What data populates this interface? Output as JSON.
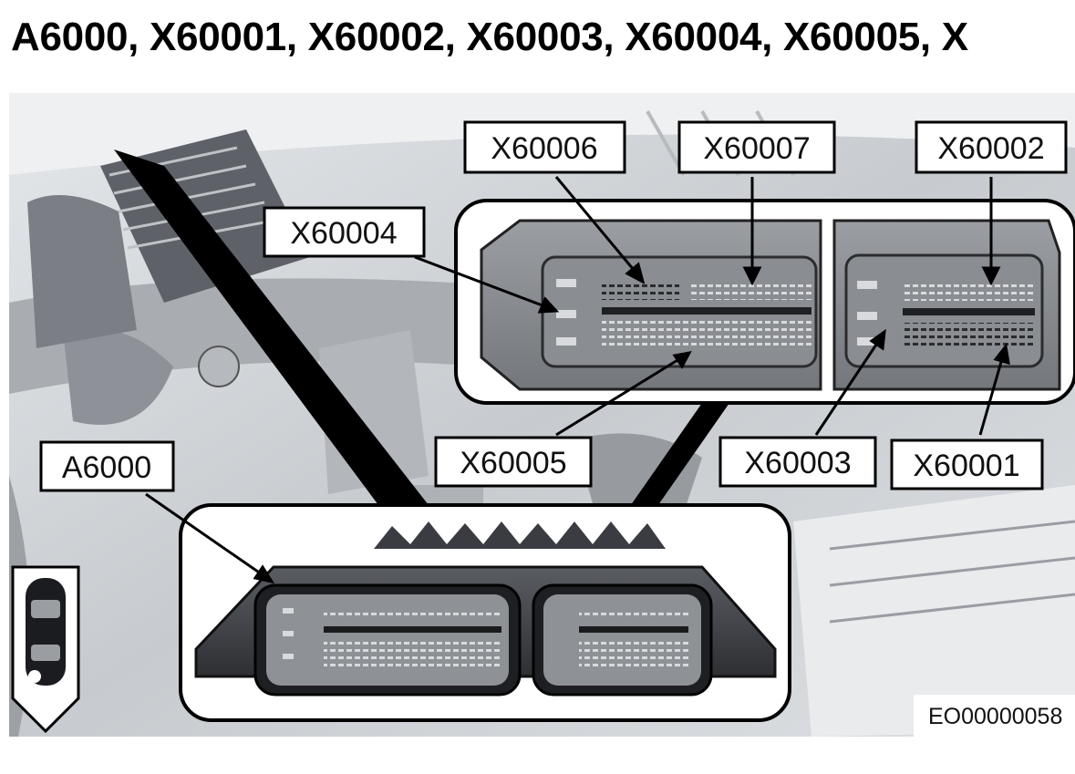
{
  "title": "A6000, X60001, X60002, X60003, X60004, X60005, X",
  "callouts": {
    "x60006": "X60006",
    "x60007": "X60007",
    "x60002": "X60002",
    "x60004": "X60004",
    "x60005": "X60005",
    "x60003": "X60003",
    "x60001": "X60001",
    "a6000": "A6000"
  },
  "image_code": "EO00000058",
  "colors": {
    "photo_bg": "#c9cdd1",
    "engine_dark": "#3d3f44",
    "connector_face": "#8c8f94",
    "callout_box_fill": "#ffffff",
    "pointer": "#000000"
  },
  "locator_icon": "vehicle-top-view-icon"
}
